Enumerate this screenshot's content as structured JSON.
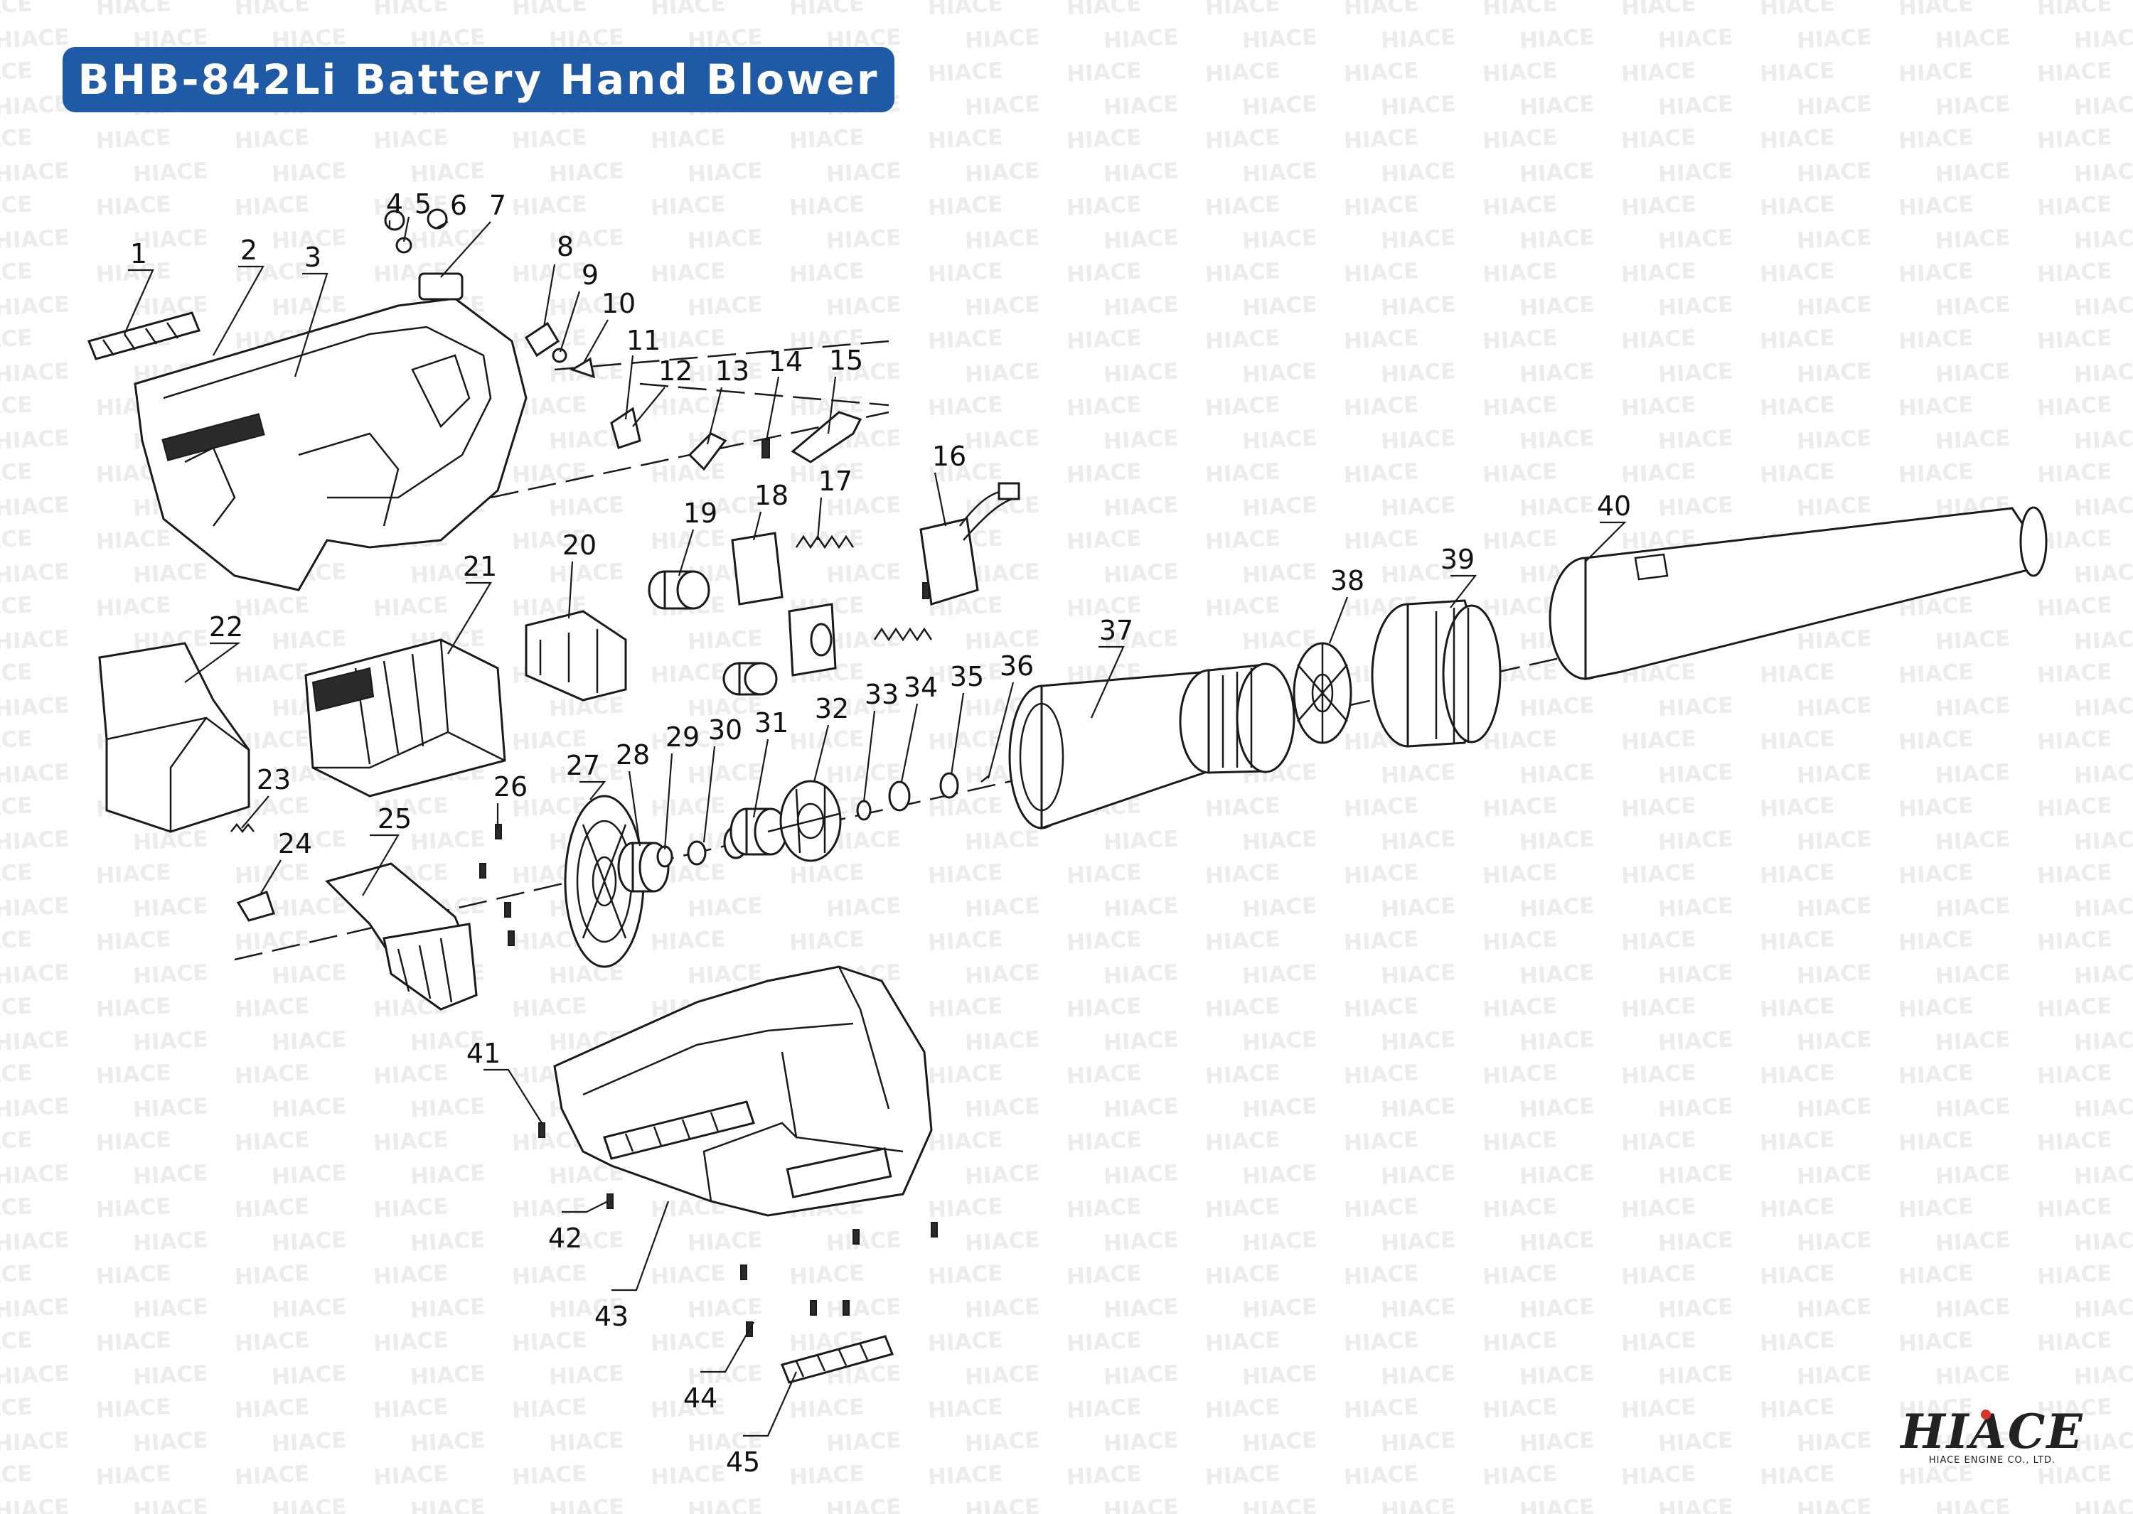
{
  "title": "BHB-842Li Battery Hand Blower",
  "watermark_text": "HIACE",
  "logo": {
    "name": "HIACE",
    "subtitle": "HIACE ENGINE CO., LTD.",
    "accent_color": "#d9342b"
  },
  "title_bar_color": "#1f5aa6",
  "callouts": [
    "1",
    "2",
    "3",
    "4",
    "5",
    "6",
    "7",
    "8",
    "9",
    "10",
    "11",
    "12",
    "13",
    "14",
    "15",
    "16",
    "17",
    "18",
    "19",
    "20",
    "21",
    "22",
    "23",
    "24",
    "25",
    "26",
    "27",
    "28",
    "29",
    "30",
    "31",
    "32",
    "33",
    "34",
    "35",
    "36",
    "37",
    "38",
    "39",
    "40",
    "41",
    "42",
    "43",
    "44",
    "45"
  ]
}
